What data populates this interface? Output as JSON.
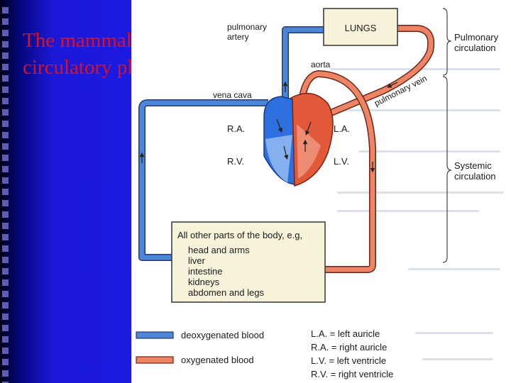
{
  "slide": {
    "title": "The mammalian\ncirculatory plan"
  },
  "colors": {
    "deoxygenated": "#3b78cf",
    "oxygenated": "#e86a4b",
    "slide_background": "#1a10c8",
    "title": "#e0101a"
  },
  "diagram": {
    "lungs": "LUNGS",
    "pulmonary_artery": [
      "pulmonary",
      "artery"
    ],
    "aorta": "aorta",
    "pulmonary_vein": "pulmonary vein",
    "vena_cava": "vena cava",
    "chambers": {
      "ra": "R.A.",
      "rv": "R.V.",
      "la": "L.A.",
      "lv": "L.V."
    },
    "circulations": {
      "pulmonary": [
        "Pulmonary",
        "circulation"
      ],
      "systemic": [
        "Systemic",
        "circulation"
      ]
    },
    "body_box": {
      "heading": "All other parts of the body,  e.g,",
      "items": [
        "head and arms",
        "liver",
        "intestine",
        "kidneys",
        "abdomen and legs"
      ]
    },
    "legend": [
      {
        "label": "deoxygenated blood",
        "color": "#3b78cf"
      },
      {
        "label": "oxygenated blood",
        "color": "#e86a4b"
      }
    ],
    "abbreviations": [
      "L.A. = left auricle",
      "R.A. = right auricle",
      "L.V. = left ventricle",
      "R.V. = right ventricle"
    ]
  }
}
